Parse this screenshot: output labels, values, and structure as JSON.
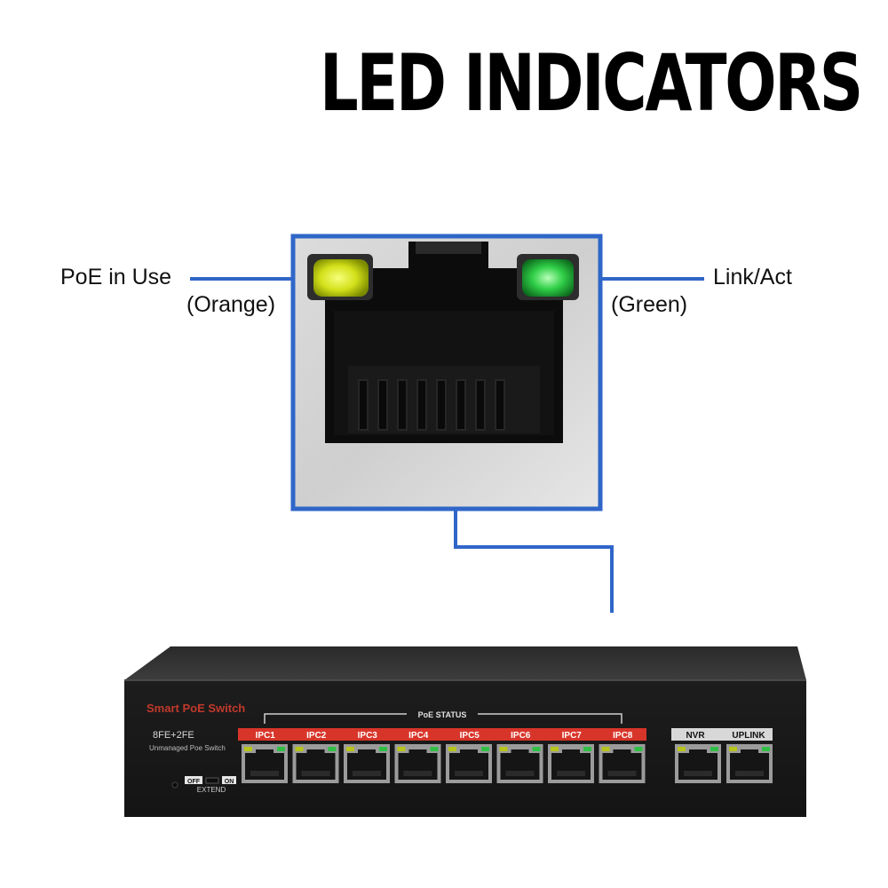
{
  "title": "LED INDICATORS",
  "callouts": {
    "left_label": "PoE in Use",
    "left_sub": "(Orange)",
    "right_label": "Link/Act",
    "right_sub": "(Green)"
  },
  "switch": {
    "brand": "Smart PoE  Switch",
    "model": "8FE+2FE",
    "model_sub": "Unmanaged Poe Switch",
    "poe_status": "PoE STATUS",
    "ports": [
      "IPC1",
      "IPC2",
      "IPC3",
      "IPC4",
      "IPC5",
      "IPC6",
      "IPC7",
      "IPC8"
    ],
    "uplink_ports": [
      "NVR",
      "UPLINK"
    ],
    "extend_off": "OFF",
    "extend_on": "ON",
    "extend": "EXTEND"
  },
  "colors": {
    "callout_blue": "#2f66c8",
    "led_poe": "#d6e21a",
    "led_link": "#2fcf4a",
    "port_label_red": "#d8352a",
    "brand_red": "#c0392b"
  }
}
